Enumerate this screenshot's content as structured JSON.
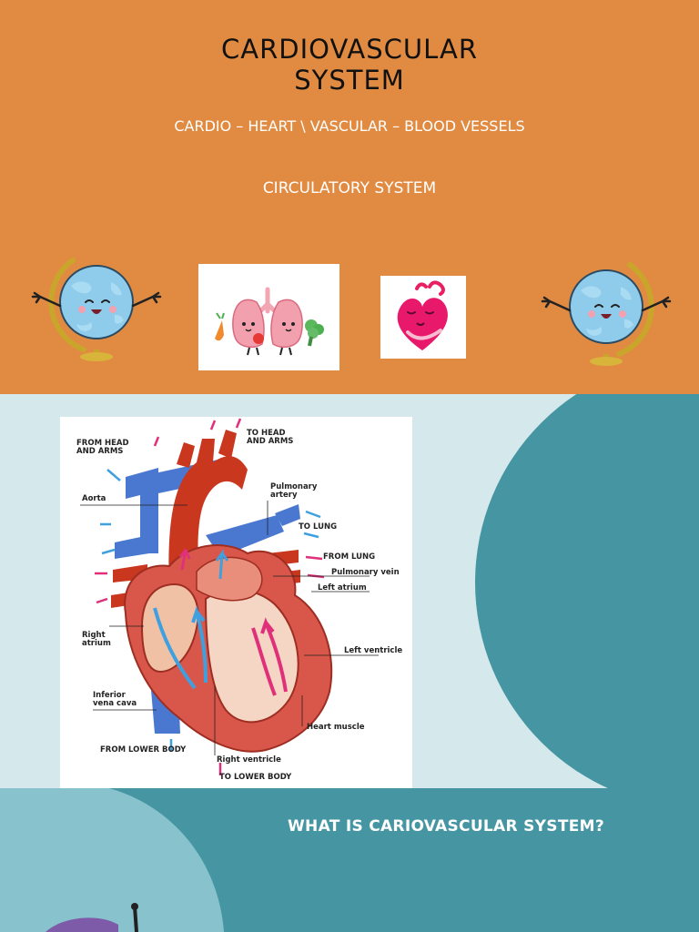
{
  "slide1": {
    "title_line1": "CARDIOVASCULAR",
    "title_line2": "SYSTEM",
    "subtitle": "CARDIO – HEART \\ VASCULAR – BLOOD VESSELS",
    "circulatory": "CIRCULATORY SYSTEM",
    "background_color": "#E18B42",
    "icons": [
      "globe-left-icon",
      "lungs-icon",
      "heart-icon",
      "globe-right-icon"
    ]
  },
  "slide2": {
    "background_color": "#D5E8EC",
    "accent_color": "#4596A2",
    "diagram_labels": {
      "from_head": [
        "FROM HEAD",
        "AND ARMS"
      ],
      "to_head": [
        "TO HEAD",
        "AND ARMS"
      ],
      "aorta": "Aorta",
      "pulmonary_artery": [
        "Pulmonary",
        "artery"
      ],
      "to_lung": "TO LUNG",
      "from_lung": "FROM LUNG",
      "pulmonary_vein": "Pulmonary vein",
      "left_atrium": "Left atrium",
      "right_atrium": [
        "Right",
        "atrium"
      ],
      "left_ventricle": "Left ventricle",
      "inferior_vena_cava": [
        "Inferior",
        "vena cava"
      ],
      "heart_muscle": "Heart muscle",
      "from_lower_body": "FROM LOWER BODY",
      "right_ventricle": "Right ventricle",
      "to_lower_body": "TO LOWER BODY"
    }
  },
  "slide3": {
    "question": "WHAT IS CARIOVASCULAR SYSTEM?",
    "background_color": "#4596A2"
  }
}
